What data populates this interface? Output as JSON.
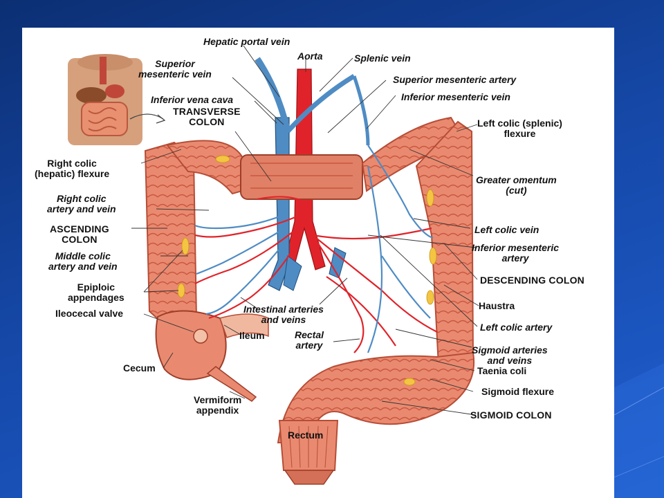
{
  "diagram": {
    "labels": {
      "hepatic_portal_vein": "Hepatic portal vein",
      "aorta": "Aorta",
      "splenic_vein": "Splenic vein",
      "superior_mesenteric_vein_1": "Superior",
      "superior_mesenteric_vein_2": "mesenteric vein",
      "superior_mesenteric_artery": "Superior mesenteric artery",
      "inferior_mesenteric_vein": "Inferior mesenteric vein",
      "inferior_vena_cava": "Inferior vena cava",
      "transverse_colon_1": "TRANSVERSE",
      "transverse_colon_2": "COLON",
      "left_colic_flexure_1": "Left colic (splenic)",
      "left_colic_flexure_2": "flexure",
      "right_colic_flexure_1": "Right colic",
      "right_colic_flexure_2": "(hepatic) flexure",
      "greater_omentum_1": "Greater omentum",
      "greater_omentum_2": "(cut)",
      "right_colic_artery_1": "Right colic",
      "right_colic_artery_2": "artery and vein",
      "ascending_colon_1": "ASCENDING",
      "ascending_colon_2": "COLON",
      "left_colic_vein": "Left colic vein",
      "inferior_mesenteric_artery_1": "Inferior mesenteric",
      "inferior_mesenteric_artery_2": "artery",
      "middle_colic_1": "Middle colic",
      "middle_colic_2": "artery and vein",
      "descending_colon": "DESCENDING COLON",
      "epiploic_1": "Epiploic",
      "epiploic_2": "appendages",
      "haustra": "Haustra",
      "intestinal_1": "Intestinal arteries",
      "intestinal_2": "and veins",
      "ileocecal_valve": "Ileocecal valve",
      "left_colic_artery": "Left colic artery",
      "ileum": "Ileum",
      "rectal_artery_1": "Rectal",
      "rectal_artery_2": "artery",
      "sigmoid_arteries_1": "Sigmoid arteries",
      "sigmoid_arteries_2": "and veins",
      "cecum": "Cecum",
      "taenia_coli": "Taenia coli",
      "sigmoid_flexure": "Sigmoid flexure",
      "vermiform_1": "Vermiform",
      "vermiform_2": "appendix",
      "sigmoid_colon": "SIGMOID COLON",
      "rectum": "Rectum"
    },
    "colors": {
      "colon": "#e98a70",
      "colon_dark": "#c9573f",
      "artery": "#e0232a",
      "vein": "#4f8cc4",
      "fat": "#f4c542"
    }
  }
}
